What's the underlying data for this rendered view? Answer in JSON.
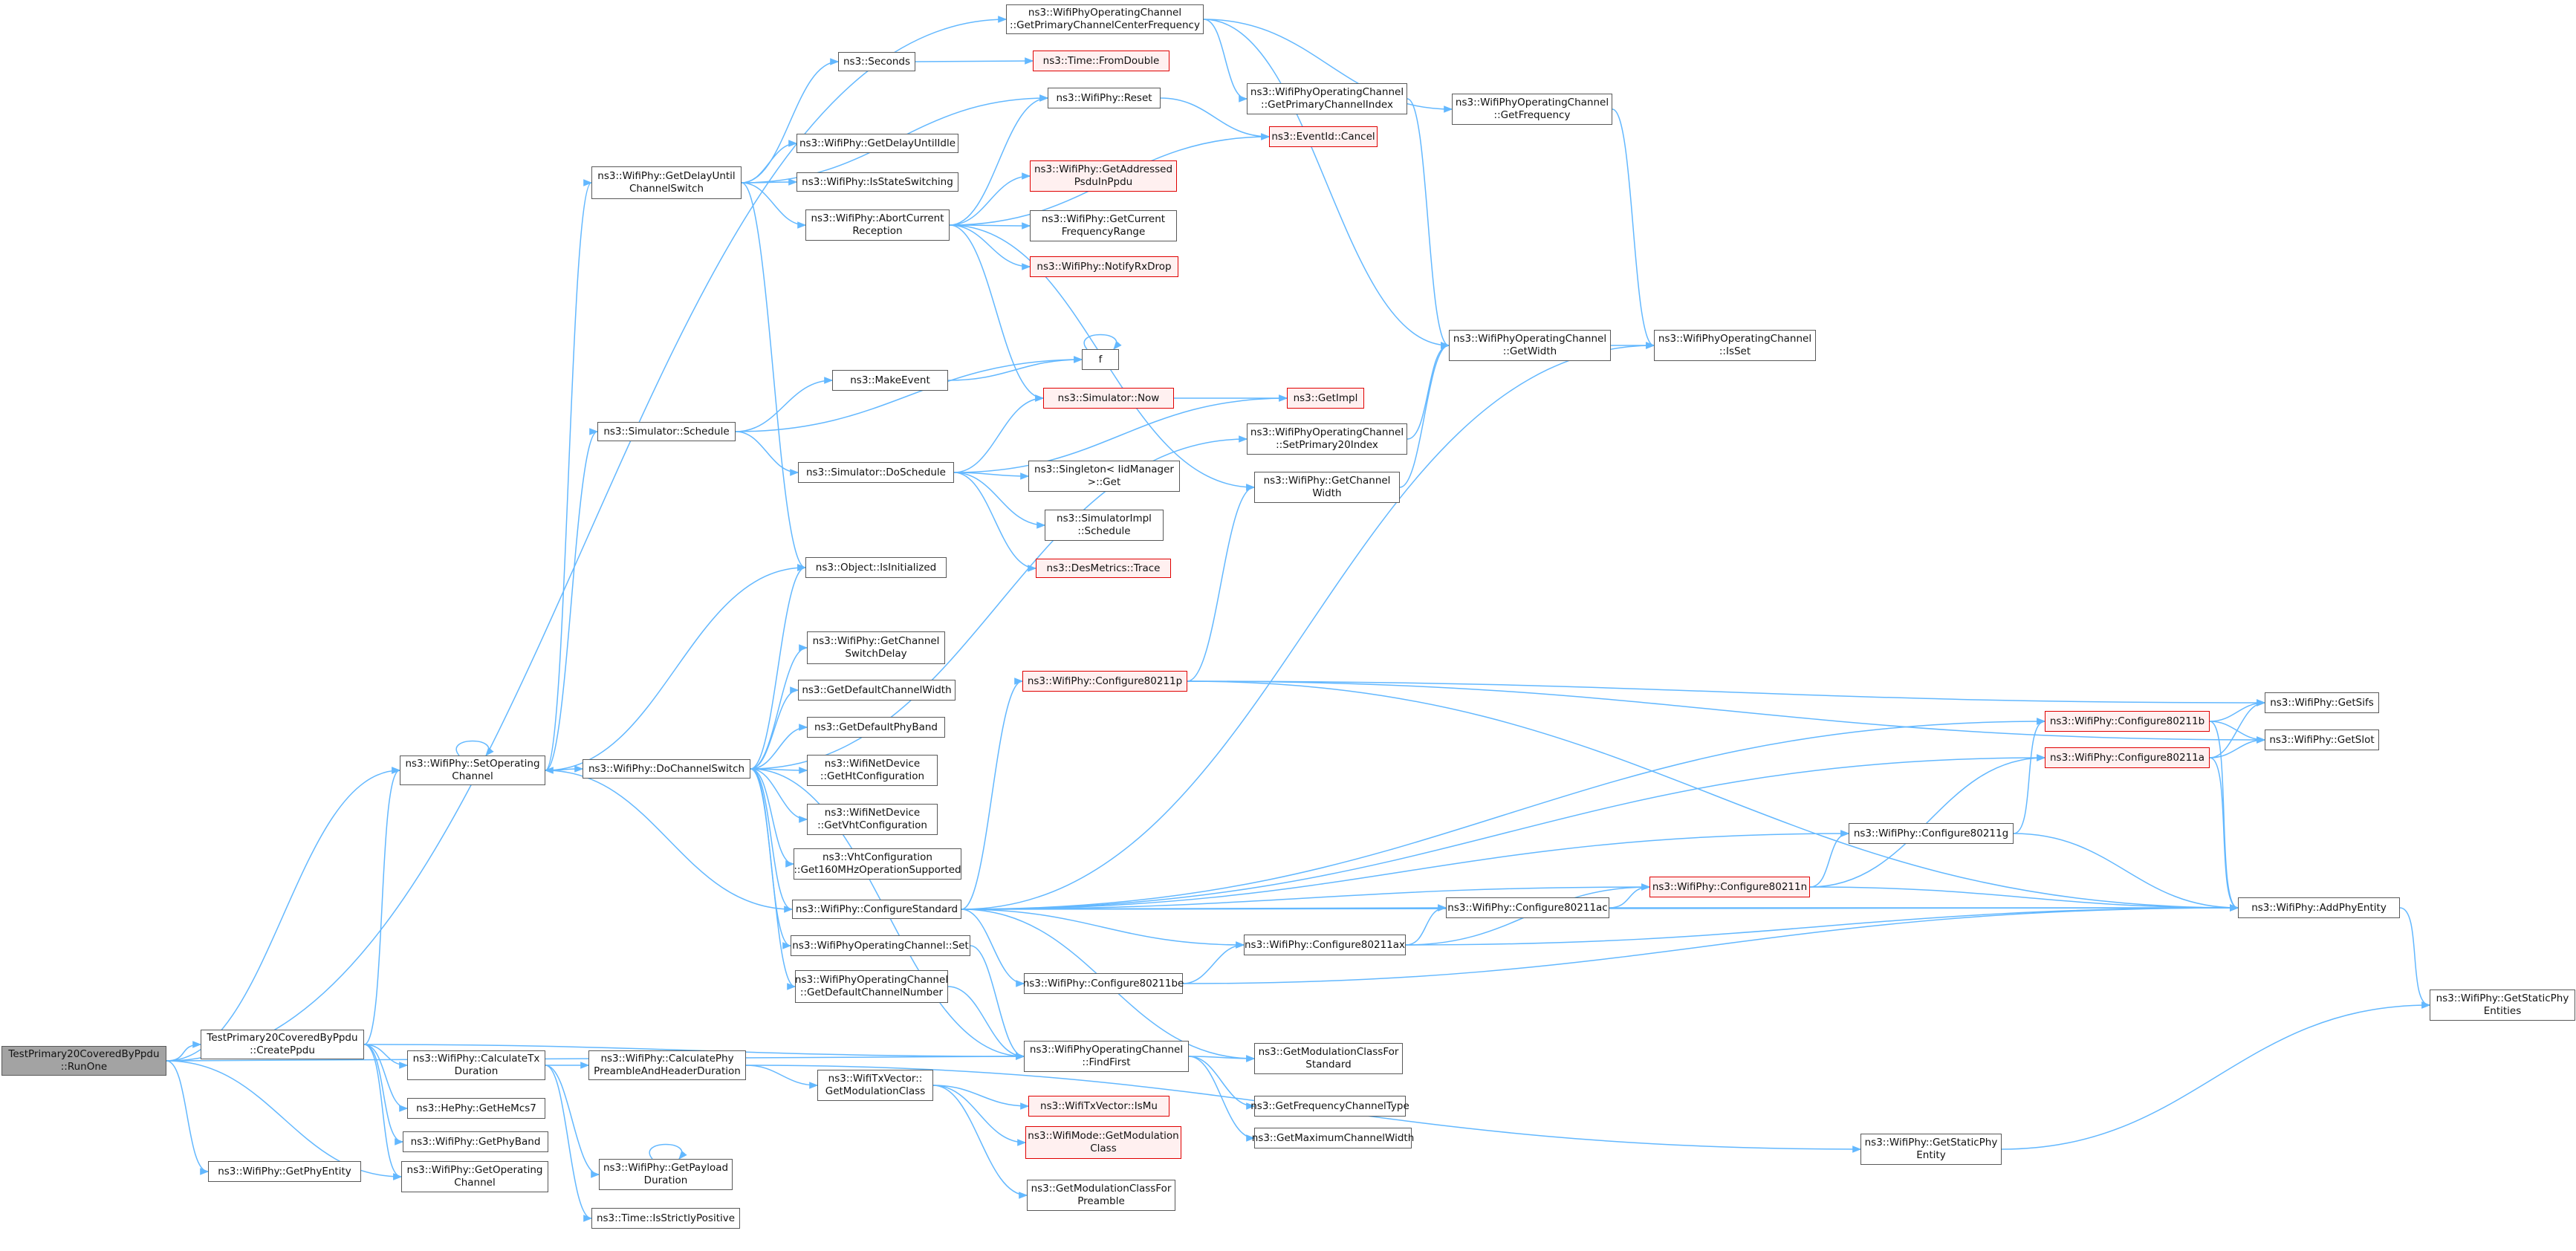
{
  "colors": {
    "edge": "#63B8FF",
    "node_border": "#595959",
    "node_border_truncated": "#E00000",
    "node_fill_truncated": "#FFF0F0",
    "start_node_fill": "#A3A3A3"
  },
  "nodes": [
    {
      "id": "runone",
      "lines": [
        "TestPrimary20CoveredByPpdu",
        "::RunOne"
      ],
      "kind": "start"
    },
    {
      "id": "createppdu",
      "lines": [
        "TestPrimary20CoveredByPpdu",
        "::CreatePpdu"
      ]
    },
    {
      "id": "getphyentity",
      "lines": [
        "ns3::WifiPhy::GetPhyEntity"
      ]
    },
    {
      "id": "setoperatingchannel",
      "lines": [
        "ns3::WifiPhy::SetOperating",
        "Channel"
      ]
    },
    {
      "id": "calctxduration",
      "lines": [
        "ns3::WifiPhy::CalculateTx",
        "Duration"
      ]
    },
    {
      "id": "gethemcs7",
      "lines": [
        "ns3::HePhy::GetHeMcs7"
      ]
    },
    {
      "id": "getphyband",
      "lines": [
        "ns3::WifiPhy::GetPhyBand"
      ]
    },
    {
      "id": "getoperatingchannel",
      "lines": [
        "ns3::WifiPhy::GetOperating",
        "Channel"
      ]
    },
    {
      "id": "getdelayuntil",
      "lines": [
        "ns3::WifiPhy::GetDelayUntil",
        "ChannelSwitch"
      ]
    },
    {
      "id": "simschedule",
      "lines": [
        "ns3::Simulator::Schedule"
      ]
    },
    {
      "id": "dochannelswitch",
      "lines": [
        "ns3::WifiPhy::DoChannelSwitch"
      ]
    },
    {
      "id": "calcpreamble",
      "lines": [
        "ns3::WifiPhy::CalculatePhy",
        "PreambleAndHeaderDuration"
      ]
    },
    {
      "id": "getpayload",
      "lines": [
        "ns3::WifiPhy::GetPayload",
        "Duration"
      ]
    },
    {
      "id": "isstrictlypositive",
      "lines": [
        "ns3::Time::IsStrictlyPositive"
      ]
    },
    {
      "id": "seconds",
      "lines": [
        "ns3::Seconds"
      ]
    },
    {
      "id": "getdelayuntilidle",
      "lines": [
        "ns3::WifiPhy::GetDelayUntilIdle"
      ]
    },
    {
      "id": "isstateswitching",
      "lines": [
        "ns3::WifiPhy::IsStateSwitching"
      ]
    },
    {
      "id": "abortcurrent",
      "lines": [
        "ns3::WifiPhy::AbortCurrent",
        "Reception"
      ]
    },
    {
      "id": "makeevent",
      "lines": [
        "ns3::MakeEvent"
      ]
    },
    {
      "id": "doschedule",
      "lines": [
        "ns3::Simulator::DoSchedule"
      ]
    },
    {
      "id": "isinitialized",
      "lines": [
        "ns3::Object::IsInitialized"
      ]
    },
    {
      "id": "getchannelswitchdelay",
      "lines": [
        "ns3::WifiPhy::GetChannel",
        "SwitchDelay"
      ]
    },
    {
      "id": "getdefaultchannelwidth",
      "lines": [
        "ns3::GetDefaultChannelWidth"
      ]
    },
    {
      "id": "getdefaultphyband",
      "lines": [
        "ns3::GetDefaultPhyBand"
      ]
    },
    {
      "id": "gethtconfig",
      "lines": [
        "ns3::WifiNetDevice",
        "::GetHtConfiguration"
      ]
    },
    {
      "id": "getvhtconfig",
      "lines": [
        "ns3::WifiNetDevice",
        "::GetVhtConfiguration"
      ]
    },
    {
      "id": "get160mhz",
      "lines": [
        "ns3::VhtConfiguration",
        "::Get160MHzOperationSupported"
      ]
    },
    {
      "id": "configurestandard",
      "lines": [
        "ns3::WifiPhy::ConfigureStandard"
      ]
    },
    {
      "id": "opchanset",
      "lines": [
        "ns3::WifiPhyOperatingChannel::Set"
      ]
    },
    {
      "id": "getdefaultchannelnumber",
      "lines": [
        "ns3::WifiPhyOperatingChannel",
        "::GetDefaultChannelNumber"
      ]
    },
    {
      "id": "getmodclass",
      "lines": [
        "ns3::WifiTxVector::",
        "GetModulationClass"
      ]
    },
    {
      "id": "timefromdouble",
      "lines": [
        "ns3::Time::FromDouble"
      ],
      "kind": "red"
    },
    {
      "id": "reset",
      "lines": [
        "ns3::WifiPhy::Reset"
      ]
    },
    {
      "id": "getaddressedpsdu",
      "lines": [
        "ns3::WifiPhy::GetAddressed",
        "PsduInPpdu"
      ],
      "kind": "red"
    },
    {
      "id": "getcurrentfreqrange",
      "lines": [
        "ns3::WifiPhy::GetCurrent",
        "FrequencyRange"
      ]
    },
    {
      "id": "notifyrxdrop",
      "lines": [
        "ns3::WifiPhy::NotifyRxDrop"
      ],
      "kind": "red"
    },
    {
      "id": "f",
      "lines": [
        "f"
      ]
    },
    {
      "id": "simnow",
      "lines": [
        "ns3::Simulator::Now"
      ],
      "kind": "red"
    },
    {
      "id": "singletonget",
      "lines": [
        "ns3::Singleton< IidManager",
        ">::Get"
      ]
    },
    {
      "id": "simimplschedule",
      "lines": [
        "ns3::SimulatorImpl",
        "::Schedule"
      ]
    },
    {
      "id": "desmetrics",
      "lines": [
        "ns3::DesMetrics::Trace"
      ],
      "kind": "red"
    },
    {
      "id": "configure80211p",
      "lines": [
        "ns3::WifiPhy::Configure80211p"
      ],
      "kind": "red"
    },
    {
      "id": "configure80211be",
      "lines": [
        "ns3::WifiPhy::Configure80211be"
      ]
    },
    {
      "id": "findfirst",
      "lines": [
        "ns3::WifiPhyOperatingChannel",
        "::FindFirst"
      ]
    },
    {
      "id": "wifitxvectorismu",
      "lines": [
        "ns3::WifiTxVector::IsMu"
      ],
      "kind": "red"
    },
    {
      "id": "wifimodegetmodclass",
      "lines": [
        "ns3::WifiMode::GetModulation",
        "Class"
      ],
      "kind": "red"
    },
    {
      "id": "getmodclassforpreamble",
      "lines": [
        "ns3::GetModulationClassFor",
        "Preamble"
      ]
    },
    {
      "id": "getprimarycenterfreq",
      "lines": [
        "ns3::WifiPhyOperatingChannel",
        "::GetPrimaryChannelCenterFrequency"
      ]
    },
    {
      "id": "getprimarychannelindex",
      "lines": [
        "ns3::WifiPhyOperatingChannel",
        "::GetPrimaryChannelIndex"
      ]
    },
    {
      "id": "eventidcancel",
      "lines": [
        "ns3::EventId::Cancel"
      ],
      "kind": "red"
    },
    {
      "id": "getimpl",
      "lines": [
        "ns3::GetImpl"
      ],
      "kind": "red"
    },
    {
      "id": "setprimary20index",
      "lines": [
        "ns3::WifiPhyOperatingChannel",
        "::SetPrimary20Index"
      ]
    },
    {
      "id": "getchannelwidth",
      "lines": [
        "ns3::WifiPhy::GetChannel",
        "Width"
      ]
    },
    {
      "id": "configure80211ax",
      "lines": [
        "ns3::WifiPhy::Configure80211ax"
      ]
    },
    {
      "id": "getmodclassforstandard",
      "lines": [
        "ns3::GetModulationClassFor",
        "Standard"
      ]
    },
    {
      "id": "getfreqchanneltype",
      "lines": [
        "ns3::GetFrequencyChannelType"
      ]
    },
    {
      "id": "getmaxchannelwidth",
      "lines": [
        "ns3::GetMaximumChannelWidth"
      ]
    },
    {
      "id": "getfrequency",
      "lines": [
        "ns3::WifiPhyOperatingChannel",
        "::GetFrequency"
      ]
    },
    {
      "id": "opchangetwidth",
      "lines": [
        "ns3::WifiPhyOperatingChannel",
        "::GetWidth"
      ]
    },
    {
      "id": "configure80211ac",
      "lines": [
        "ns3::WifiPhy::Configure80211ac"
      ]
    },
    {
      "id": "configure80211n",
      "lines": [
        "ns3::WifiPhy::Configure80211n"
      ],
      "kind": "red"
    },
    {
      "id": "opchanisset",
      "lines": [
        "ns3::WifiPhyOperatingChannel",
        "::IsSet"
      ]
    },
    {
      "id": "configure80211g",
      "lines": [
        "ns3::WifiPhy::Configure80211g"
      ]
    },
    {
      "id": "getstaticphyentity",
      "lines": [
        "ns3::WifiPhy::GetStaticPhy",
        "Entity"
      ]
    },
    {
      "id": "configure80211b",
      "lines": [
        "ns3::WifiPhy::Configure80211b"
      ],
      "kind": "red"
    },
    {
      "id": "configure80211a",
      "lines": [
        "ns3::WifiPhy::Configure80211a"
      ],
      "kind": "red"
    },
    {
      "id": "addphyentity",
      "lines": [
        "ns3::WifiPhy::AddPhyEntity"
      ]
    },
    {
      "id": "getsifs",
      "lines": [
        "ns3::WifiPhy::GetSifs"
      ]
    },
    {
      "id": "getslot",
      "lines": [
        "ns3::WifiPhy::GetSlot"
      ]
    },
    {
      "id": "getstaticphyentities",
      "lines": [
        "ns3::WifiPhy::GetStaticPhy",
        "Entities"
      ]
    }
  ],
  "edges": [
    [
      "runone",
      "getprimarycenterfreq"
    ],
    [
      "runone",
      "setoperatingchannel"
    ],
    [
      "runone",
      "findfirst"
    ],
    [
      "runone",
      "createppdu"
    ],
    [
      "runone",
      "getphyentity"
    ],
    [
      "runone",
      "getoperatingchannel"
    ],
    [
      "createppdu",
      "setoperatingchannel"
    ],
    [
      "createppdu",
      "findfirst"
    ],
    [
      "createppdu",
      "calctxduration"
    ],
    [
      "createppdu",
      "gethemcs7"
    ],
    [
      "createppdu",
      "getphyband"
    ],
    [
      "createppdu",
      "getoperatingchannel"
    ],
    [
      "setoperatingchannel",
      "setoperatingchannel"
    ],
    [
      "setoperatingchannel",
      "getdelayuntil"
    ],
    [
      "setoperatingchannel",
      "simschedule"
    ],
    [
      "setoperatingchannel",
      "isinitialized"
    ],
    [
      "setoperatingchannel",
      "dochannelswitch"
    ],
    [
      "calctxduration",
      "calcpreamble"
    ],
    [
      "calctxduration",
      "getpayload"
    ],
    [
      "calctxduration",
      "isstrictlypositive"
    ],
    [
      "getdelayuntil",
      "seconds"
    ],
    [
      "getdelayuntil",
      "reset"
    ],
    [
      "getdelayuntil",
      "getdelayuntilidle"
    ],
    [
      "getdelayuntil",
      "isstateswitching"
    ],
    [
      "getdelayuntil",
      "abortcurrent"
    ],
    [
      "getdelayuntil",
      "isinitialized"
    ],
    [
      "simschedule",
      "makeevent"
    ],
    [
      "simschedule",
      "f"
    ],
    [
      "simschedule",
      "doschedule"
    ],
    [
      "dochannelswitch",
      "isinitialized"
    ],
    [
      "dochannelswitch",
      "getchannelswitchdelay"
    ],
    [
      "dochannelswitch",
      "getdefaultchannelwidth"
    ],
    [
      "dochannelswitch",
      "getdefaultphyband"
    ],
    [
      "dochannelswitch",
      "gethtconfig"
    ],
    [
      "dochannelswitch",
      "getvhtconfig"
    ],
    [
      "dochannelswitch",
      "get160mhz"
    ],
    [
      "dochannelswitch",
      "configurestandard"
    ],
    [
      "dochannelswitch",
      "opchanset"
    ],
    [
      "dochannelswitch",
      "getdefaultchannelnumber"
    ],
    [
      "dochannelswitch",
      "findfirst"
    ],
    [
      "dochannelswitch",
      "setprimary20index"
    ],
    [
      "calcpreamble",
      "getmodclass"
    ],
    [
      "calcpreamble",
      "getstaticphyentity"
    ],
    [
      "getpayload",
      "getpayload"
    ],
    [
      "seconds",
      "timefromdouble"
    ],
    [
      "reset",
      "eventidcancel"
    ],
    [
      "abortcurrent",
      "reset"
    ],
    [
      "abortcurrent",
      "eventidcancel"
    ],
    [
      "abortcurrent",
      "getaddressedpsdu"
    ],
    [
      "abortcurrent",
      "getcurrentfreqrange"
    ],
    [
      "abortcurrent",
      "notifyrxdrop"
    ],
    [
      "abortcurrent",
      "simnow"
    ],
    [
      "abortcurrent",
      "getchannelwidth"
    ],
    [
      "makeevent",
      "f"
    ],
    [
      "f",
      "f"
    ],
    [
      "doschedule",
      "simnow"
    ],
    [
      "doschedule",
      "getimpl"
    ],
    [
      "doschedule",
      "singletonget"
    ],
    [
      "doschedule",
      "simimplschedule"
    ],
    [
      "doschedule",
      "desmetrics"
    ],
    [
      "simnow",
      "getimpl"
    ],
    [
      "configurestandard",
      "setoperatingchannel"
    ],
    [
      "configurestandard",
      "opchanisset"
    ],
    [
      "configurestandard",
      "configure80211p"
    ],
    [
      "configurestandard",
      "configure80211b"
    ],
    [
      "configurestandard",
      "configure80211a"
    ],
    [
      "configurestandard",
      "configure80211g"
    ],
    [
      "configurestandard",
      "configure80211n"
    ],
    [
      "configurestandard",
      "addphyentity"
    ],
    [
      "configurestandard",
      "configure80211ac"
    ],
    [
      "configurestandard",
      "configure80211ax"
    ],
    [
      "configurestandard",
      "configure80211be"
    ],
    [
      "configurestandard",
      "getmodclassforstandard"
    ],
    [
      "opchanset",
      "findfirst"
    ],
    [
      "getdefaultchannelnumber",
      "findfirst"
    ],
    [
      "getmodclass",
      "wifitxvectorismu"
    ],
    [
      "getmodclass",
      "wifimodegetmodclass"
    ],
    [
      "getmodclass",
      "getmodclassforpreamble"
    ],
    [
      "configure80211p",
      "getchannelwidth"
    ],
    [
      "configure80211p",
      "getsifs"
    ],
    [
      "configure80211p",
      "getslot"
    ],
    [
      "configure80211p",
      "addphyentity"
    ],
    [
      "configure80211be",
      "configure80211ax"
    ],
    [
      "configure80211be",
      "addphyentity"
    ],
    [
      "findfirst",
      "getmodclassforstandard"
    ],
    [
      "findfirst",
      "getfreqchanneltype"
    ],
    [
      "findfirst",
      "getmaxchannelwidth"
    ],
    [
      "getprimarycenterfreq",
      "getprimarychannelindex"
    ],
    [
      "getprimarycenterfreq",
      "getfrequency"
    ],
    [
      "getprimarycenterfreq",
      "opchangetwidth"
    ],
    [
      "getprimarychannelindex",
      "opchangetwidth"
    ],
    [
      "setprimary20index",
      "opchangetwidth"
    ],
    [
      "getchannelwidth",
      "opchangetwidth"
    ],
    [
      "configure80211ax",
      "configure80211ac"
    ],
    [
      "configure80211ax",
      "configure80211n"
    ],
    [
      "configure80211ax",
      "addphyentity"
    ],
    [
      "configure80211ac",
      "configure80211n"
    ],
    [
      "configure80211ac",
      "addphyentity"
    ],
    [
      "configure80211n",
      "configure80211g"
    ],
    [
      "configure80211n",
      "configure80211a"
    ],
    [
      "configure80211n",
      "addphyentity"
    ],
    [
      "configure80211g",
      "configure80211b"
    ],
    [
      "configure80211g",
      "addphyentity"
    ],
    [
      "configure80211b",
      "getsifs"
    ],
    [
      "configure80211b",
      "getslot"
    ],
    [
      "configure80211b",
      "addphyentity"
    ],
    [
      "configure80211a",
      "getsifs"
    ],
    [
      "configure80211a",
      "getslot"
    ],
    [
      "configure80211a",
      "addphyentity"
    ],
    [
      "getfrequency",
      "opchanisset"
    ],
    [
      "opchangetwidth",
      "opchanisset"
    ],
    [
      "getstaticphyentity",
      "getstaticphyentities"
    ],
    [
      "addphyentity",
      "getstaticphyentities"
    ]
  ]
}
